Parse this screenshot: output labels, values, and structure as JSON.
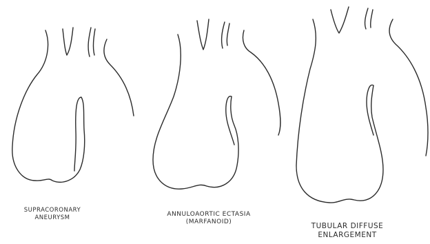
{
  "diagrams": [
    {
      "caption_lines": [
        "SUPRACORONARY",
        "ANEURYSM"
      ]
    },
    {
      "caption_lines": [
        "ANNULOAORTIC ECTASIA",
        "(MARFANOID)"
      ]
    },
    {
      "caption_lines": [
        "TUBULAR DIFFUSE",
        "ENLARGEMENT"
      ]
    }
  ],
  "colors": {
    "background": "#ffffff",
    "line": "#2b2b2b"
  }
}
